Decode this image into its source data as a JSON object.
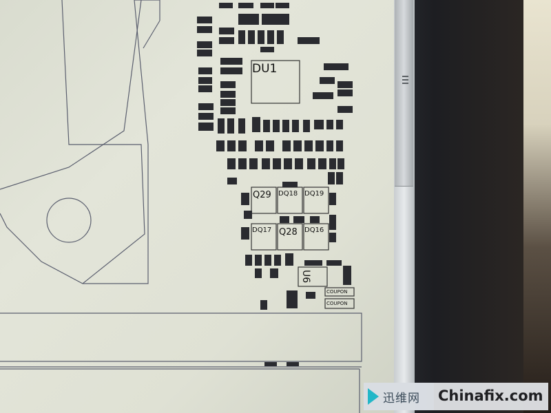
{
  "board_labels": {
    "du1": "DU1",
    "q29": "Q29",
    "dq18": "DQ18",
    "dq19": "DQ19",
    "dq17": "DQ17",
    "q28": "Q28",
    "dq16": "DQ16",
    "u6": "U6",
    "coupon_top": "COUPON",
    "coupon_bottom": "COUPON"
  },
  "watermark": {
    "chinese": "迅维网",
    "site": "Chinafix.com"
  }
}
